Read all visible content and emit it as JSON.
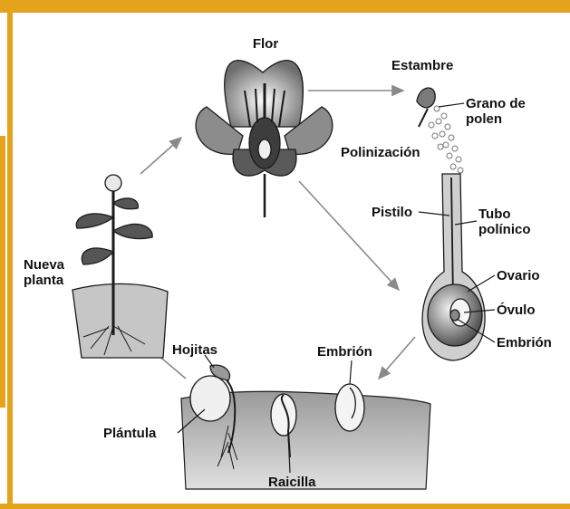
{
  "colors": {
    "frame": "#e3a31c",
    "ink": "#1a1a1a",
    "arrow": "#8a8a8a",
    "soil": "#b8b8b8"
  },
  "labels": {
    "flor": "Flor",
    "estambre": "Estambre",
    "grano_polen": "Grano de\npolen",
    "polinizacion": "Polinización",
    "pistilo": "Pistilo",
    "tubo_polinico": "Tubo\npolínico",
    "ovario": "Ovario",
    "ovulo": "Óvulo",
    "embrion_ovule": "Embrión",
    "embrion_seed": "Embrión",
    "hojitas": "Hojitas",
    "plantula": "Plántula",
    "raicilla": "Raicilla",
    "nueva_planta": "Nueva\nplanta"
  }
}
